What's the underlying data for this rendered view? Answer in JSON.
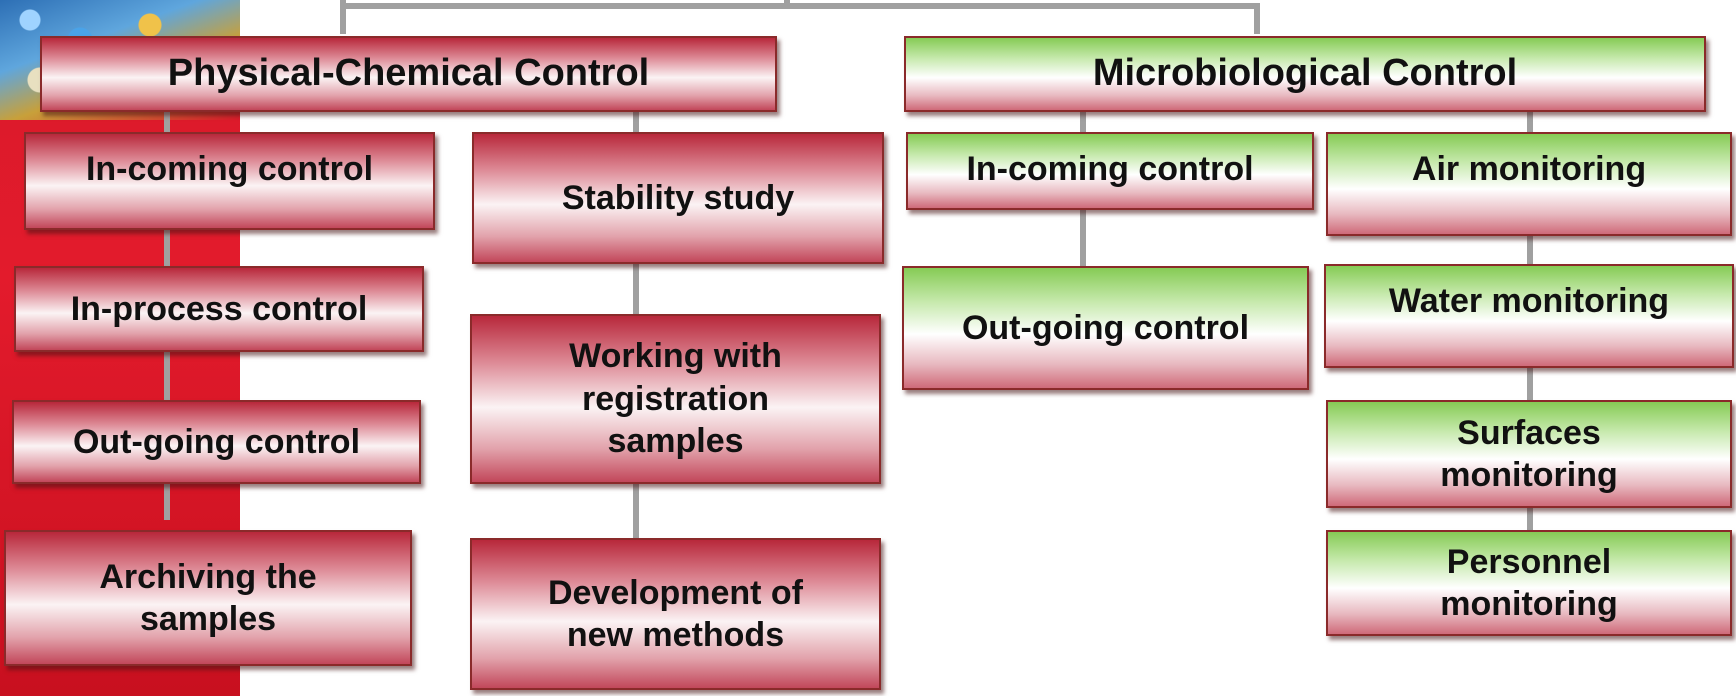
{
  "diagram": {
    "headers": {
      "physical_chemical": "Physical-Chemical Control",
      "microbiological": "Microbiological Control"
    },
    "physical_chemical_left": [
      "In-coming control",
      "In-process control",
      "Out-going control",
      "Archiving the\nsamples"
    ],
    "physical_chemical_right": [
      "Stability study",
      "Working with\nregistration\nsamples",
      "Development of\nnew methods"
    ],
    "microbiological_left": [
      "In-coming control",
      "Out-going control"
    ],
    "microbiological_right": [
      "Air monitoring",
      "Water monitoring",
      "Surfaces\nmonitoring",
      "Personnel\nmonitoring"
    ]
  },
  "colors": {
    "physical_chemical_box": "#c2475a",
    "microbiological_box": "#86cb55",
    "connector": "#a0a0a0",
    "left_band": "#e31b2c"
  }
}
